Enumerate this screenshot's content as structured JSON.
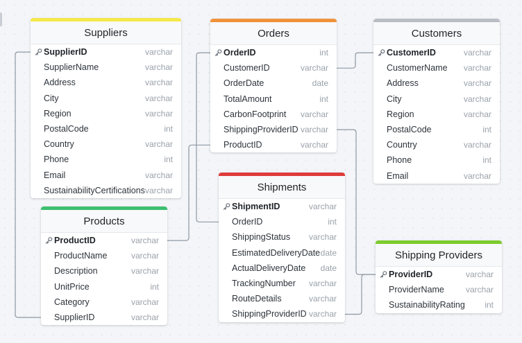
{
  "diagram": {
    "tables": [
      {
        "id": "suppliers",
        "name": "Suppliers",
        "color": "#f5e84a",
        "fields": [
          {
            "name": "SupplierID",
            "type": "varchar",
            "pk": true
          },
          {
            "name": "SupplierName",
            "type": "varchar"
          },
          {
            "name": "Address",
            "type": "varchar"
          },
          {
            "name": "City",
            "type": "varchar"
          },
          {
            "name": "Region",
            "type": "varchar"
          },
          {
            "name": "PostalCode",
            "type": "int"
          },
          {
            "name": "Country",
            "type": "varchar"
          },
          {
            "name": "Phone",
            "type": "int"
          },
          {
            "name": "Email",
            "type": "varchar"
          },
          {
            "name": "SustainabilityCertifications",
            "type": "varchar"
          }
        ]
      },
      {
        "id": "orders",
        "name": "Orders",
        "color": "#f0923a",
        "fields": [
          {
            "name": "OrderID",
            "type": "int",
            "pk": true
          },
          {
            "name": "CustomerID",
            "type": "varchar"
          },
          {
            "name": "OrderDate",
            "type": "date"
          },
          {
            "name": "TotalAmount",
            "type": "int"
          },
          {
            "name": "CarbonFootprint",
            "type": "varchar"
          },
          {
            "name": "ShippingProviderID",
            "type": "varchar"
          },
          {
            "name": "ProductID",
            "type": "varchar"
          }
        ]
      },
      {
        "id": "customers",
        "name": "Customers",
        "color": "#b9bec5",
        "fields": [
          {
            "name": "CustomerID",
            "type": "varchar",
            "pk": true
          },
          {
            "name": "CustomerName",
            "type": "varchar"
          },
          {
            "name": "Address",
            "type": "varchar"
          },
          {
            "name": "City",
            "type": "varchar"
          },
          {
            "name": "Region",
            "type": "varchar"
          },
          {
            "name": "PostalCode",
            "type": "int"
          },
          {
            "name": "Country",
            "type": "varchar"
          },
          {
            "name": "Phone",
            "type": "int"
          },
          {
            "name": "Email",
            "type": "varchar"
          }
        ]
      },
      {
        "id": "products",
        "name": "Products",
        "color": "#3cbf6e",
        "fields": [
          {
            "name": "ProductID",
            "type": "varchar",
            "pk": true
          },
          {
            "name": "ProductName",
            "type": "varchar"
          },
          {
            "name": "Description",
            "type": "varchar"
          },
          {
            "name": "UnitPrice",
            "type": "int"
          },
          {
            "name": "Category",
            "type": "varchar"
          },
          {
            "name": "SupplierID",
            "type": "varchar"
          }
        ]
      },
      {
        "id": "shipments",
        "name": "Shipments",
        "color": "#de3b3b",
        "fields": [
          {
            "name": "ShipmentID",
            "type": "varchar",
            "pk": true
          },
          {
            "name": "OrderID",
            "type": "int"
          },
          {
            "name": "ShippingStatus",
            "type": "varchar"
          },
          {
            "name": "EstimatedDeliveryDate",
            "type": "date"
          },
          {
            "name": "ActualDeliveryDate",
            "type": "date"
          },
          {
            "name": "TrackingNumber",
            "type": "varchar"
          },
          {
            "name": "RouteDetails",
            "type": "varchar"
          },
          {
            "name": "ShippingProviderID",
            "type": "varchar"
          }
        ]
      },
      {
        "id": "shipping-providers",
        "name": "Shipping Providers",
        "color": "#7ccc2c",
        "fields": [
          {
            "name": "ProviderID",
            "type": "varchar",
            "pk": true
          },
          {
            "name": "ProviderName",
            "type": "varchar"
          },
          {
            "name": "SustainabilityRating",
            "type": "int"
          }
        ]
      }
    ],
    "relationships": [
      {
        "from": "orders.CustomerID",
        "to": "customers.CustomerID"
      },
      {
        "from": "orders.ShippingProviderID",
        "to": "shipping-providers.ProviderID"
      },
      {
        "from": "orders.ProductID",
        "to": "products.ProductID"
      },
      {
        "from": "orders.OrderID",
        "to": "shipments.OrderID"
      },
      {
        "from": "shipments.ShippingProviderID",
        "to": "shipping-providers.ProviderID"
      },
      {
        "from": "suppliers.SupplierID",
        "to": "products.SupplierID"
      }
    ],
    "connector_color": "#8f98a3",
    "key_icon": "key-icon"
  }
}
